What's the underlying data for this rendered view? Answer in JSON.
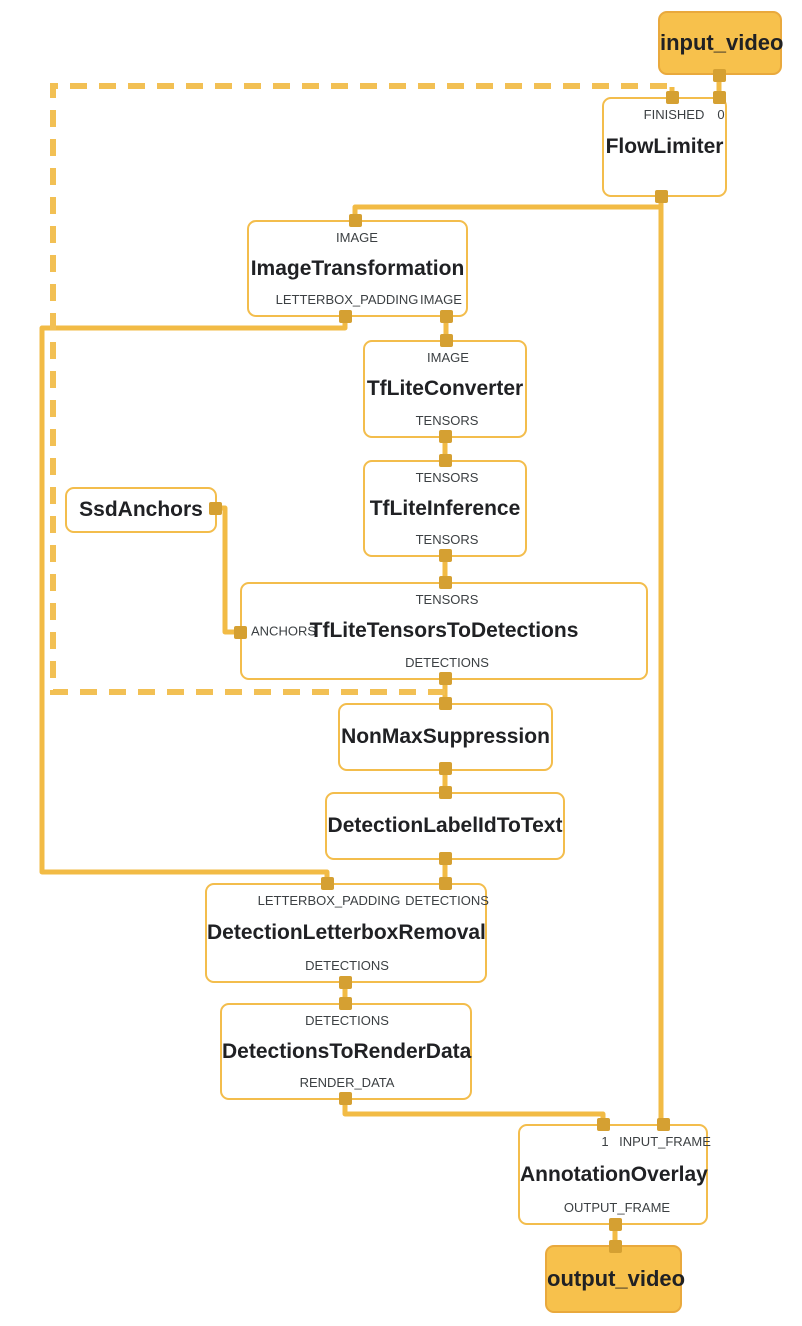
{
  "diagram": {
    "colors": {
      "wire": "#F2BB45",
      "port": "#D5A032",
      "stream_node_fill": "#F7C14C",
      "node_border": "#F3BD4C",
      "text": "#202124"
    },
    "nodes": {
      "input_video": {
        "label": "input_video"
      },
      "flow_limiter": {
        "title": "FlowLimiter",
        "in_finished": "FINISHED",
        "in_0": "0"
      },
      "image_transformation": {
        "title": "ImageTransformation",
        "in_image": "IMAGE",
        "out_letterbox_padding": "LETTERBOX_PADDING",
        "out_image": "IMAGE"
      },
      "tflite_converter": {
        "title": "TfLiteConverter",
        "in_image": "IMAGE",
        "out_tensors": "TENSORS"
      },
      "tflite_inference": {
        "title": "TfLiteInference",
        "in_tensors": "TENSORS",
        "out_tensors": "TENSORS"
      },
      "ssd_anchors": {
        "title": "SsdAnchors"
      },
      "tflite_tensors_to_detections": {
        "title": "TfLiteTensorsToDetections",
        "in_tensors": "TENSORS",
        "in_anchors": "ANCHORS",
        "out_detections": "DETECTIONS"
      },
      "non_max_suppression": {
        "title": "NonMaxSuppression"
      },
      "detection_label_id_to_text": {
        "title": "DetectionLabelIdToText"
      },
      "detection_letterbox_removal": {
        "title": "DetectionLetterboxRemoval",
        "in_letterbox_padding": "LETTERBOX_PADDING",
        "in_detections": "DETECTIONS",
        "out_detections": "DETECTIONS"
      },
      "detections_to_render_data": {
        "title": "DetectionsToRenderData",
        "in_detections": "DETECTIONS",
        "out_render_data": "RENDER_DATA"
      },
      "annotation_overlay": {
        "title": "AnnotationOverlay",
        "in_1": "1",
        "in_input_frame": "INPUT_FRAME",
        "out_output_frame": "OUTPUT_FRAME"
      },
      "output_video": {
        "label": "output_video"
      }
    }
  }
}
